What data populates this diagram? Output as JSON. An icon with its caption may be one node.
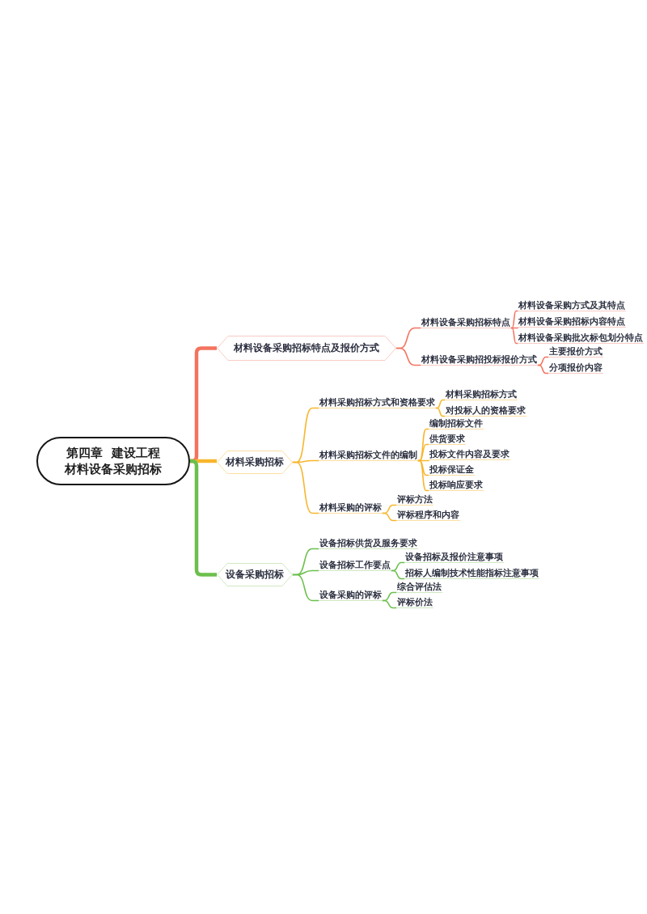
{
  "diagram": {
    "nodes": [
      {
        "text": [
          "第四章  建设工程材料设备采购招标"
        ]
      },
      {
        "text": [
          "材料设备采购招标特点及报价方式"
        ]
      },
      {
        "text": [
          "材料采购招标"
        ]
      },
      {
        "text": [
          "设备采购招标"
        ]
      },
      {
        "text": [
          "材料设备采购招标特点"
        ]
      },
      {
        "text": [
          "材料设备采购招投标报价方式"
        ]
      },
      {
        "text": [
          "材料设备采购方式及其特点"
        ]
      },
      {
        "text": [
          "材料设备采购招标内容特点"
        ]
      },
      {
        "text": [
          "材料设备采购批次标包划分特点"
        ]
      },
      {
        "text": [
          "主要报价方式"
        ]
      },
      {
        "text": [
          "分项报价内容"
        ]
      },
      {
        "text": [
          "材料采购招标方式和资格要求"
        ]
      },
      {
        "text": [
          "材料采购招标方式"
        ]
      },
      {
        "text": [
          "对投标人的资格要求"
        ]
      },
      {
        "text": [
          "材料采购招标文件的编制"
        ]
      },
      {
        "text": [
          "编制招标文件"
        ]
      },
      {
        "text": [
          "供货要求"
        ]
      },
      {
        "text": [
          "投标文件内容及要求"
        ]
      },
      {
        "text": [
          "投标保证金"
        ]
      },
      {
        "text": [
          "投标响应要求"
        ]
      },
      {
        "text": [
          "材料采购的评标"
        ]
      },
      {
        "text": [
          "评标方法"
        ]
      },
      {
        "text": [
          "评标程序和内容"
        ]
      },
      {
        "text": [
          "设备招标供货及服务要求"
        ]
      },
      {
        "text": [
          "设备招标工作要点"
        ]
      },
      {
        "text": [
          "设备招标及报价注意事项"
        ]
      },
      {
        "text": [
          "招标人编制技术性能指标注意事项"
        ]
      },
      {
        "text": [
          "设备采购的评标"
        ]
      },
      {
        "text": [
          "综合评估法"
        ]
      },
      {
        "text": [
          "评标价法"
        ]
      }
    ],
    "edges": [
      {
        "from": 0,
        "to": 1,
        "arrow": "none",
        "style": "thick",
        "color": "#f4735f"
      },
      {
        "from": 0,
        "to": 2,
        "arrow": "none",
        "style": "thick"
      },
      {
        "from": 0,
        "to": 3,
        "arrow": "none",
        "style": "thick",
        "color": "#6cbf4d"
      },
      {
        "from": 1,
        "to": 4,
        "arrow": "none",
        "color": "#f4735f"
      },
      {
        "from": 1,
        "to": 5,
        "arrow": "none",
        "color": "#f4735f"
      },
      {
        "from": 4,
        "to": 6,
        "arrow": "none",
        "color": "#f4735f"
      },
      {
        "from": 4,
        "to": 7,
        "arrow": "none",
        "color": "#f4735f"
      },
      {
        "from": 4,
        "to": 8,
        "arrow": "none",
        "color": "#f4735f"
      },
      {
        "from": 5,
        "to": 9,
        "arrow": "none",
        "color": "#f4735f"
      },
      {
        "from": 5,
        "to": 10,
        "arrow": "none",
        "color": "#f4735f"
      },
      {
        "from": 2,
        "to": 11,
        "arrow": "none"
      },
      {
        "from": 2,
        "to": 14,
        "arrow": "none"
      },
      {
        "from": 2,
        "to": 20,
        "arrow": "none"
      },
      {
        "from": 11,
        "to": 12,
        "arrow": "none"
      },
      {
        "from": 11,
        "to": 13,
        "arrow": "none"
      },
      {
        "from": 14,
        "to": 15,
        "arrow": "none"
      },
      {
        "from": 14,
        "to": 16,
        "arrow": "none"
      },
      {
        "from": 14,
        "to": 17,
        "arrow": "none"
      },
      {
        "from": 14,
        "to": 18,
        "arrow": "none"
      },
      {
        "from": 14,
        "to": 19,
        "arrow": "none"
      },
      {
        "from": 20,
        "to": 21,
        "arrow": "none"
      },
      {
        "from": 20,
        "to": 22,
        "arrow": "none"
      },
      {
        "from": 3,
        "to": 23,
        "arrow": "none",
        "color": "#6cbf4d"
      },
      {
        "from": 3,
        "to": 24,
        "arrow": "none",
        "color": "#6cbf4d"
      },
      {
        "from": 3,
        "to": 27,
        "arrow": "none",
        "color": "#6cbf4d"
      },
      {
        "from": 24,
        "to": 25,
        "arrow": "none",
        "color": "#6cbf4d"
      },
      {
        "from": 24,
        "to": 26,
        "arrow": "none",
        "color": "#6cbf4d"
      },
      {
        "from": 27,
        "to": 28,
        "arrow": "none",
        "color": "#6cbf4d"
      },
      {
        "from": 27,
        "to": 29,
        "arrow": "none",
        "color": "#6cbf4d"
      }
    ]
  }
}
